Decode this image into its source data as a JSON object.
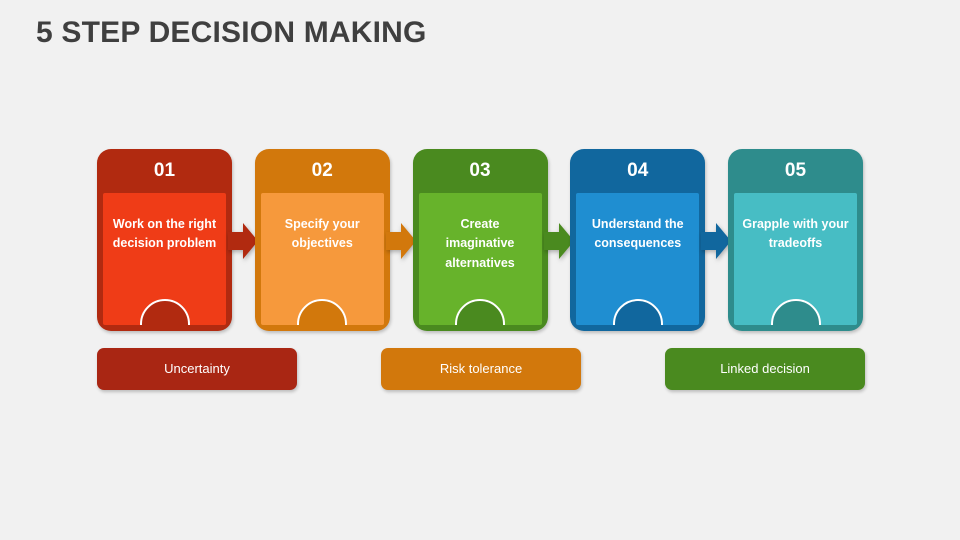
{
  "slide": {
    "title": "5 STEP DECISION MAKING",
    "background_color": "#f1f1f1",
    "title_color": "#3f3f3f"
  },
  "steps": [
    {
      "number": "01",
      "text": "Work on the right decision problem",
      "frame_color": "#b12a10",
      "inner_color": "#ef3c17",
      "arrow_color": "#b12a10"
    },
    {
      "number": "02",
      "text": "Specify your objectives",
      "frame_color": "#d2780c",
      "inner_color": "#f6993c",
      "arrow_color": "#d2780c"
    },
    {
      "number": "03",
      "text": "Create imaginative alternatives",
      "frame_color": "#4a8a1f",
      "inner_color": "#67b32b",
      "arrow_color": "#4a8a1f"
    },
    {
      "number": "04",
      "text": "Understand the consequences",
      "frame_color": "#11679e",
      "inner_color": "#1f8ed1",
      "arrow_color": "#11679e"
    },
    {
      "number": "05",
      "text": "Grapple with your tradeoffs",
      "frame_color": "#2e8c8c",
      "inner_color": "#47bdc4",
      "arrow_color": "#2e8c8c"
    }
  ],
  "categories": [
    {
      "label": "Uncertainty",
      "color": "#a92613"
    },
    {
      "label": "Risk tolerance",
      "color": "#d2780c"
    },
    {
      "label": "Linked decision",
      "color": "#4a8a1f"
    }
  ]
}
